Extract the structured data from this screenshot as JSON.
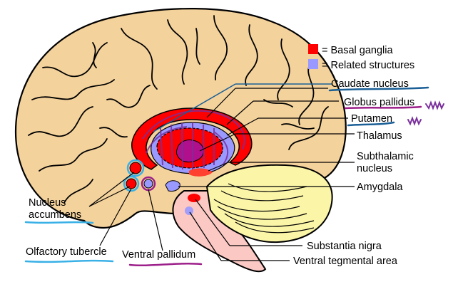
{
  "legend": {
    "basal_ganglia": {
      "label": "= Basal ganglia",
      "color": "#ff0000"
    },
    "related_structures": {
      "label": "= Related structures",
      "color": "#9999ff"
    }
  },
  "labels": {
    "caudate_nucleus": "Caudate nucleus",
    "globus_pallidus": "Globus pallidus",
    "putamen": "Putamen",
    "thalamus": "Thalamus",
    "subthalamic_nucleus_line1": "Subthalamic",
    "subthalamic_nucleus_line2": "nucleus",
    "amygdala": "Amygdala",
    "nucleus_accumbens_line1": "Nucleus",
    "nucleus_accumbens_line2": "accumbens",
    "olfactory_tubercle": "Olfactory tubercle",
    "ventral_pallidum": "Ventral pallidum",
    "substantia_nigra": "Substantia nigra",
    "ventral_tegmental_area": "Ventral tegmental area"
  },
  "colors": {
    "brain_fill": "#f4d29c",
    "cerebellum_fill": "#fbf5a8",
    "brainstem_fill": "#fbc8c4",
    "annotation_blue": "#1a5f96",
    "annotation_purple": "#7a2f9c",
    "annotation_cyan": "#39b0e6",
    "annotation_magenta": "#9c1f8a"
  }
}
